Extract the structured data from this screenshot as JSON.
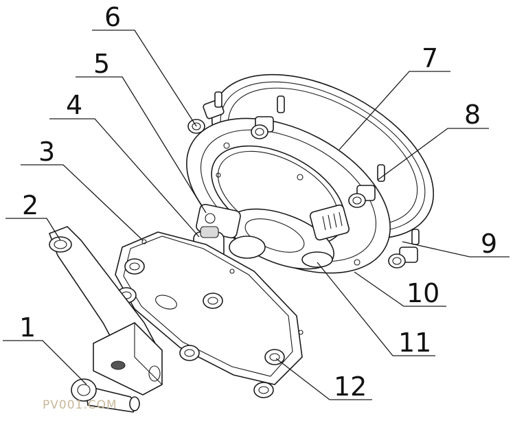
{
  "labels": {
    "l1": "1",
    "l2": "2",
    "l3": "3",
    "l4": "4",
    "l5": "5",
    "l6": "6",
    "l7": "7",
    "l8": "8",
    "l9": "9",
    "l10": "10",
    "l11": "11",
    "l12": "12"
  },
  "watermark": "PV001.COM"
}
